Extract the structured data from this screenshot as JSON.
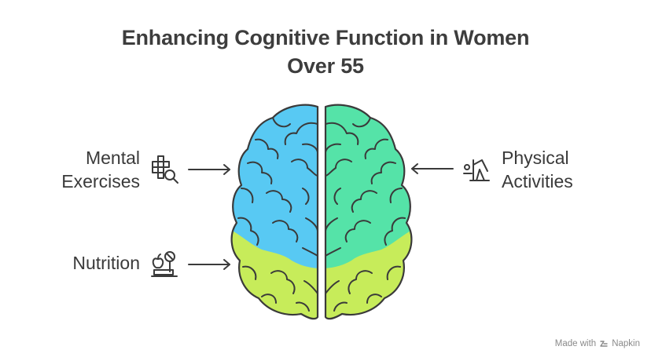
{
  "title": {
    "line1": "Enhancing Cognitive Function in Women",
    "line2": "Over 55"
  },
  "items": [
    {
      "id": "mental",
      "line1": "Mental",
      "line2": "Exercises",
      "icon": "puzzle-search-icon"
    },
    {
      "id": "physical",
      "line1": "Physical",
      "line2": "Activities",
      "icon": "yoga-pose-icon"
    },
    {
      "id": "nutrition",
      "line1": "Nutrition",
      "icon": "apple-scale-icon"
    }
  ],
  "colors": {
    "left_upper": "#58c9f3",
    "right_upper": "#55e3a8",
    "lower": "#c7ec5a",
    "outline": "#3a3a3a",
    "text": "#3a3a3a"
  },
  "footer": {
    "made_with": "Made with",
    "brand": "Napkin"
  }
}
